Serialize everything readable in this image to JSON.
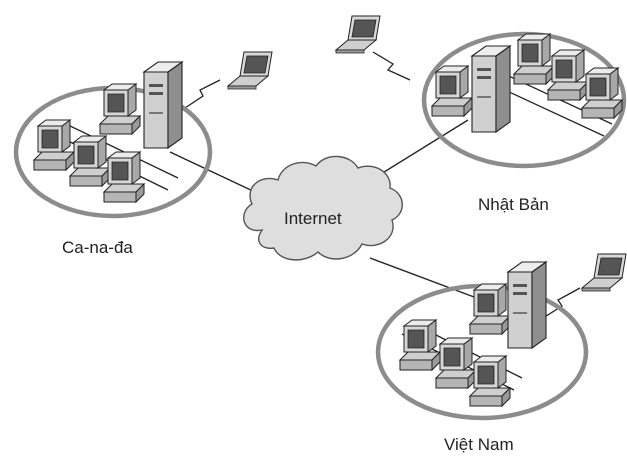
{
  "cloud": {
    "label": "Internet",
    "icon": "cloud-icon"
  },
  "networks": [
    {
      "id": "canada",
      "label": "Ca-na-đa"
    },
    {
      "id": "japan",
      "label": "Nhật Bản"
    },
    {
      "id": "vietnam",
      "label": "Việt Nam"
    }
  ],
  "colors": {
    "ring": "#8c8c8c",
    "line": "#222222",
    "cloud_fill": "#dedede",
    "cloud_stroke": "#555555"
  }
}
